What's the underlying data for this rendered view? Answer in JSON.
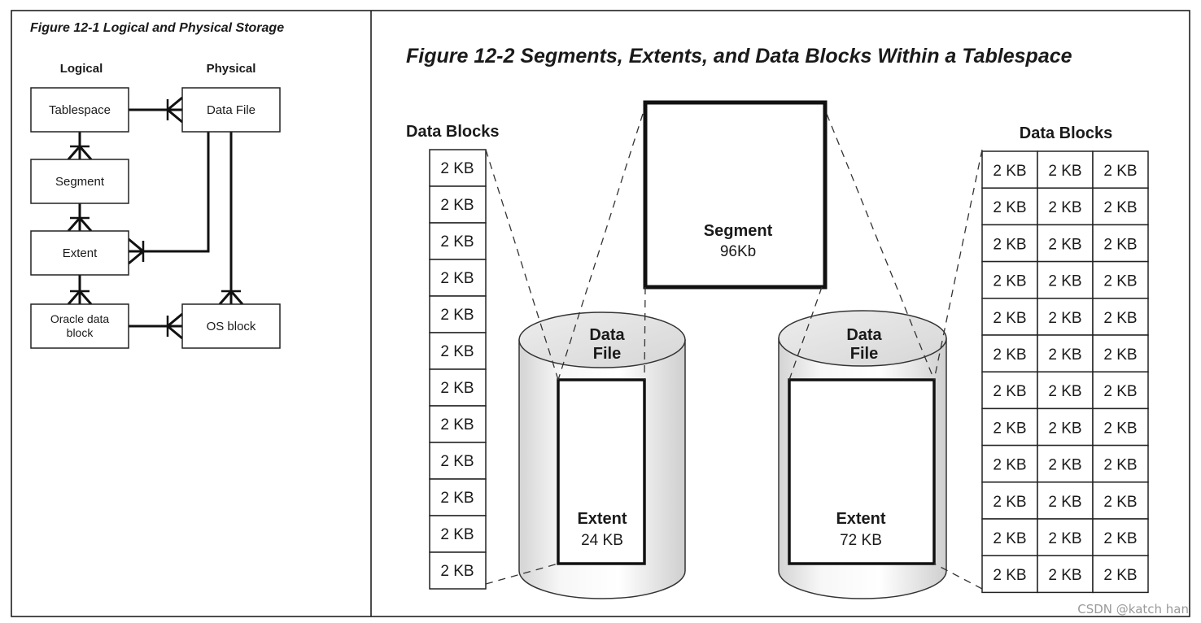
{
  "figure1": {
    "title": "Figure 12-1 Logical and Physical Storage",
    "logical_header": "Logical",
    "physical_header": "Physical",
    "boxes": {
      "tablespace": "Tablespace",
      "segment": "Segment",
      "extent": "Extent",
      "oracle_block_line1": "Oracle data",
      "oracle_block_line2": "block",
      "data_file": "Data File",
      "os_block": "OS block"
    }
  },
  "figure2": {
    "title": "Figure 12-2 Segments, Extents, and Data Blocks Within a Tablespace",
    "left_blocks_title": "Data Blocks",
    "right_blocks_title": "Data Blocks",
    "block_label": "2 KB",
    "left_block_count": 12,
    "right_grid_rows": 12,
    "right_grid_cols": 3,
    "segment_label": "Segment",
    "segment_size": "96Kb",
    "left_cylinder": {
      "label_line1": "Data",
      "label_line2": "File",
      "extent_label": "Extent",
      "extent_size": "24 KB"
    },
    "right_cylinder": {
      "label_line1": "Data",
      "label_line2": "File",
      "extent_label": "Extent",
      "extent_size": "72 KB"
    }
  },
  "watermark": "CSDN @katch han"
}
